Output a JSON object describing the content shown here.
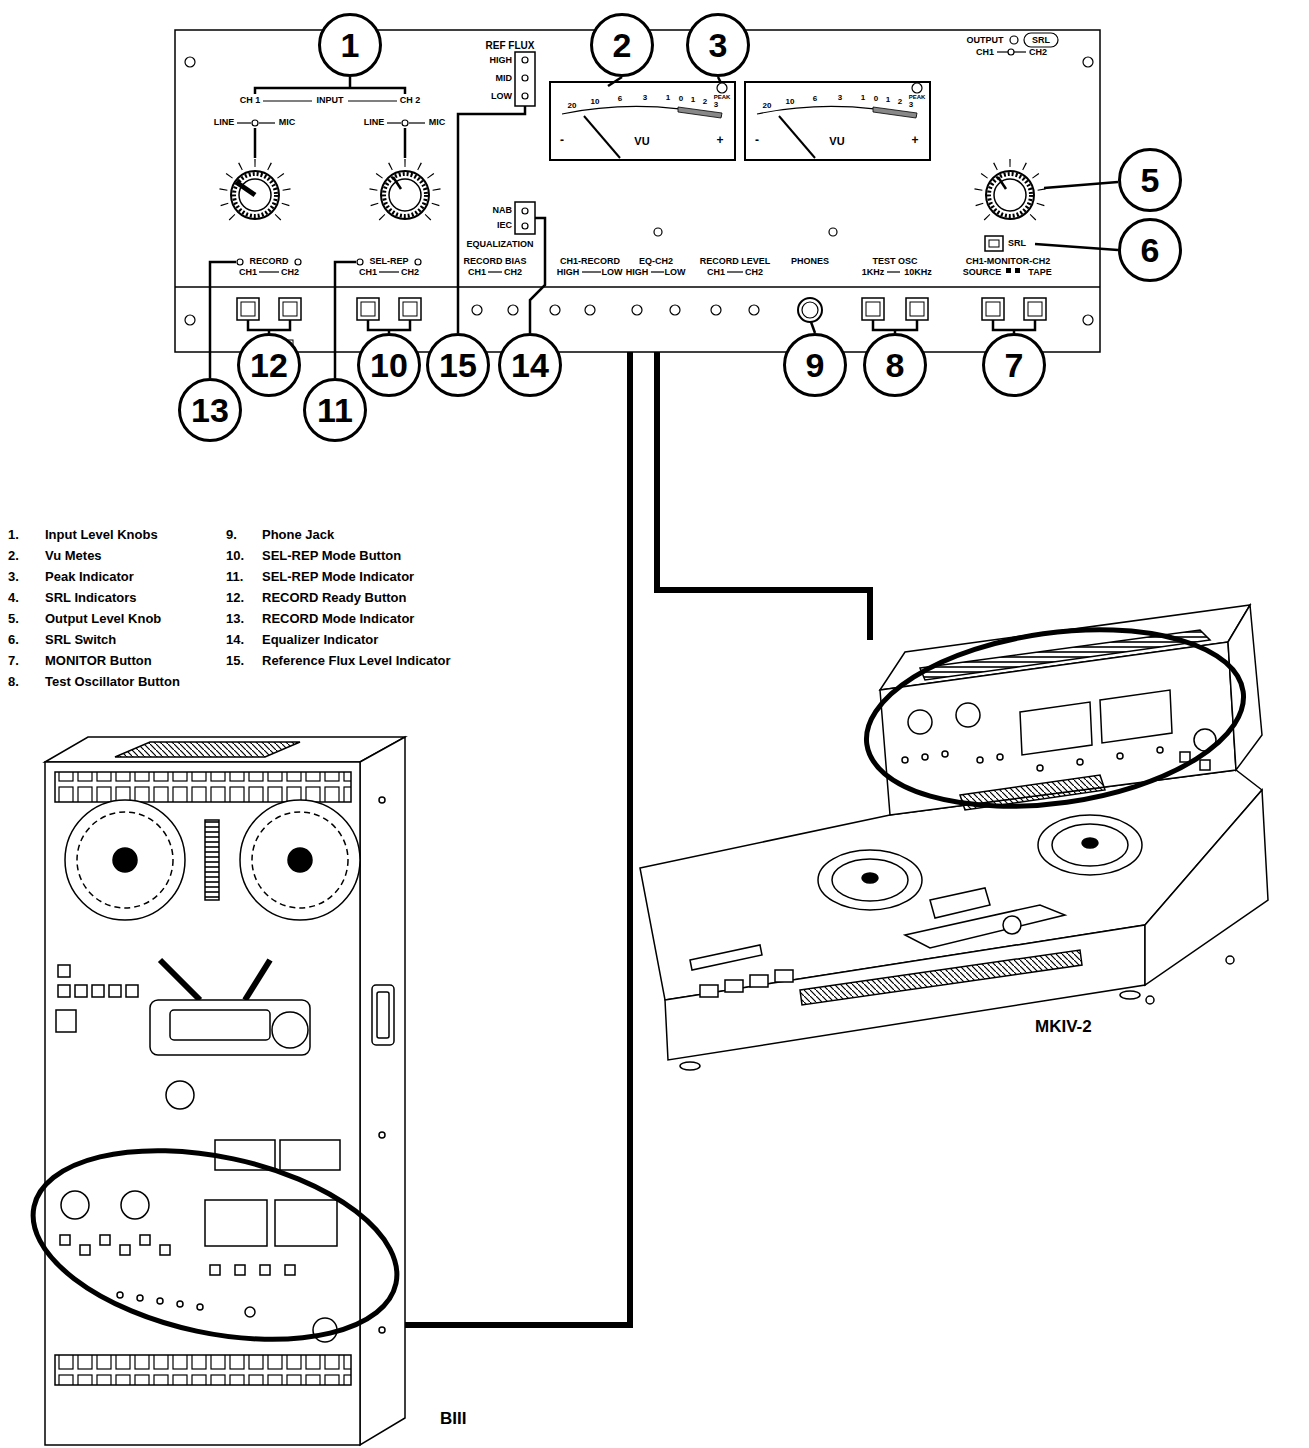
{
  "diagram": {
    "nodes": [
      {
        "text": [
          "1"
        ]
      },
      {
        "text": [
          "2"
        ]
      },
      {
        "text": [
          "3"
        ]
      },
      {
        "text": [
          "5"
        ]
      },
      {
        "text": [
          "6"
        ]
      },
      {
        "text": [
          "12"
        ]
      },
      {
        "text": [
          "10"
        ]
      },
      {
        "text": [
          "15"
        ]
      },
      {
        "text": [
          "14"
        ]
      },
      {
        "text": [
          "9"
        ]
      },
      {
        "text": [
          "8"
        ]
      },
      {
        "text": [
          "7"
        ]
      },
      {
        "text": [
          "13"
        ]
      },
      {
        "text": [
          "11"
        ]
      }
    ],
    "labels": [
      "CH 1",
      "INPUT",
      "CH 2",
      "LINE",
      "MIC",
      "LINE",
      "MIC",
      "REF FLUX",
      "HIGH",
      "MID",
      "LOW",
      "NAB",
      "IEC",
      "EQUALIZATION",
      "20",
      "10",
      "6",
      "3",
      "1",
      "0",
      "1",
      "2",
      "3",
      "-",
      "+",
      "VU",
      "PEAK",
      "20",
      "10",
      "6",
      "3",
      "1",
      "0",
      "1",
      "2",
      "3",
      "-",
      "+",
      "VU",
      "PEAK",
      "OUTPUT",
      "SRL",
      "CH1",
      "CH2",
      "SRL",
      "RECORD",
      "CH1",
      "CH2",
      "SEL-REP",
      "CH1",
      "CH2",
      "RECORD BIAS",
      "CH1",
      "CH2",
      "CH1-RECORD",
      "HIGH",
      "LOW",
      "EQ-CH2",
      "HIGH",
      "LOW",
      "RECORD LEVEL",
      "CH1",
      "CH2",
      "PHONES",
      "TEST OSC",
      "1KHz",
      "10KHz",
      "CH1-MONITOR-CH2",
      "SOURCE",
      "TAPE",
      "1.",
      "Input Level Knobs",
      "2.",
      "Vu Metes",
      "3.",
      "Peak Indicator",
      "4.",
      "SRL Indicators",
      "5.",
      "Output Level Knob",
      "6.",
      "SRL Switch",
      "7.",
      "MONITOR Button",
      "8.",
      "Test Oscillator Button",
      "9.",
      "Phone Jack",
      "10.",
      "SEL-REP Mode Button",
      "11.",
      "SEL-REP Mode Indicator",
      "12.",
      "RECORD Ready Button",
      "13.",
      "RECORD Mode Indicator",
      "14.",
      "Equalizer Indicator",
      "15.",
      "Reference Flux Level Indicator",
      "MKIV-2",
      "BIII"
    ]
  }
}
